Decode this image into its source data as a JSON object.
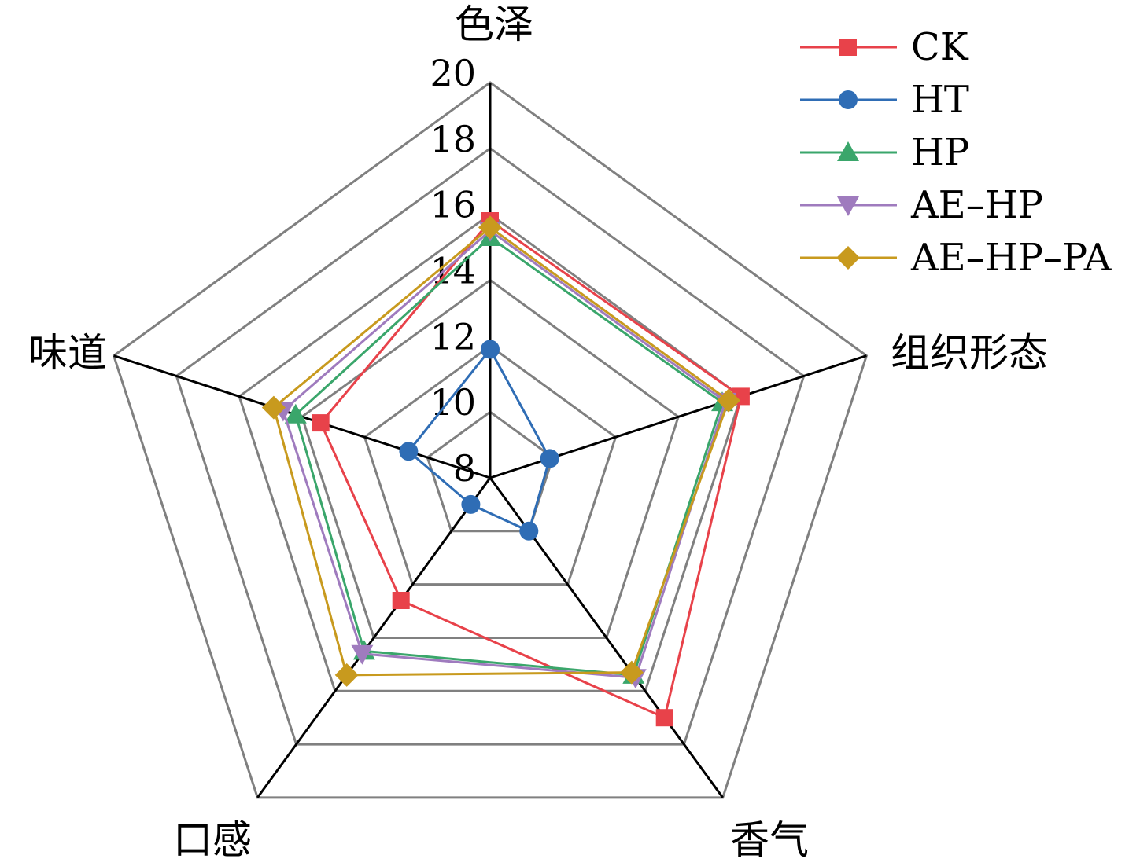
{
  "chart_data": {
    "type": "radar",
    "axes": [
      "色泽",
      "组织形态",
      "香气",
      "口感",
      "味道"
    ],
    "range": [
      8,
      20
    ],
    "ticks": [
      8,
      10,
      12,
      14,
      16,
      18,
      20
    ],
    "tick_labels": [
      "8",
      "10",
      "12",
      "14",
      "16",
      "18",
      "20"
    ],
    "grid": true,
    "legend_position": "top-right",
    "series": [
      {
        "name": "CK",
        "color": "#e8424a",
        "marker": "square",
        "values": [
          15.8,
          16.0,
          17.0,
          12.6,
          13.4
        ]
      },
      {
        "name": "HT",
        "color": "#2f6db5",
        "marker": "circle",
        "values": [
          11.9,
          9.9,
          10.0,
          9.0,
          10.6
        ]
      },
      {
        "name": "HP",
        "color": "#3aa66b",
        "marker": "triangle-up",
        "values": [
          15.3,
          15.4,
          15.4,
          14.5,
          14.2
        ]
      },
      {
        "name": "AE–HP",
        "color": "#9f7bbe",
        "marker": "triangle-down",
        "values": [
          15.5,
          15.5,
          15.5,
          14.6,
          14.6
        ]
      },
      {
        "name": "AE–HP–PA",
        "color": "#c89a1e",
        "marker": "diamond",
        "values": [
          15.6,
          15.6,
          15.3,
          15.4,
          14.9
        ]
      }
    ]
  }
}
